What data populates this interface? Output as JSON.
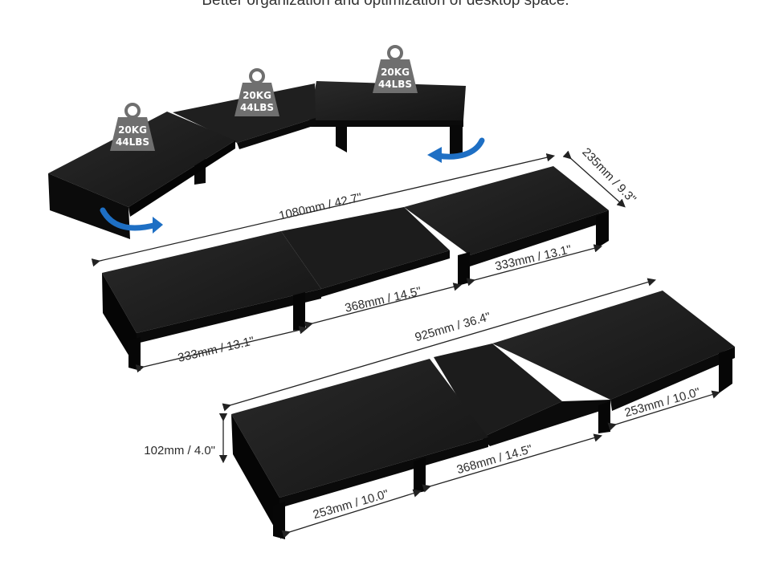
{
  "tagline": "Better organization and optimization of desktop space.",
  "weights": [
    {
      "line1": "20KG",
      "line2": "44LBS"
    },
    {
      "line1": "20KG",
      "line2": "44LBS"
    },
    {
      "line1": "20KG",
      "line2": "44LBS"
    }
  ],
  "large_config": {
    "total_length": "1080mm / 42.7\"",
    "depth": "235mm / 9.3\"",
    "left_section": "333mm / 13.1\"",
    "middle_section": "368mm / 14.5\"",
    "right_section": "333mm / 13.1\""
  },
  "small_config": {
    "total_length": "925mm / 36.4\"",
    "height": "102mm / 4.0\"",
    "left_section": "253mm / 10.0\"",
    "middle_section": "368mm / 14.5\"",
    "right_section": "253mm / 10.0\""
  },
  "colors": {
    "stand_top": "#1b1b1b",
    "stand_side": "#0a0a0a",
    "weight": "#6f6f6f",
    "arrow": "#1e6fc4",
    "dimension_line": "#222222"
  }
}
